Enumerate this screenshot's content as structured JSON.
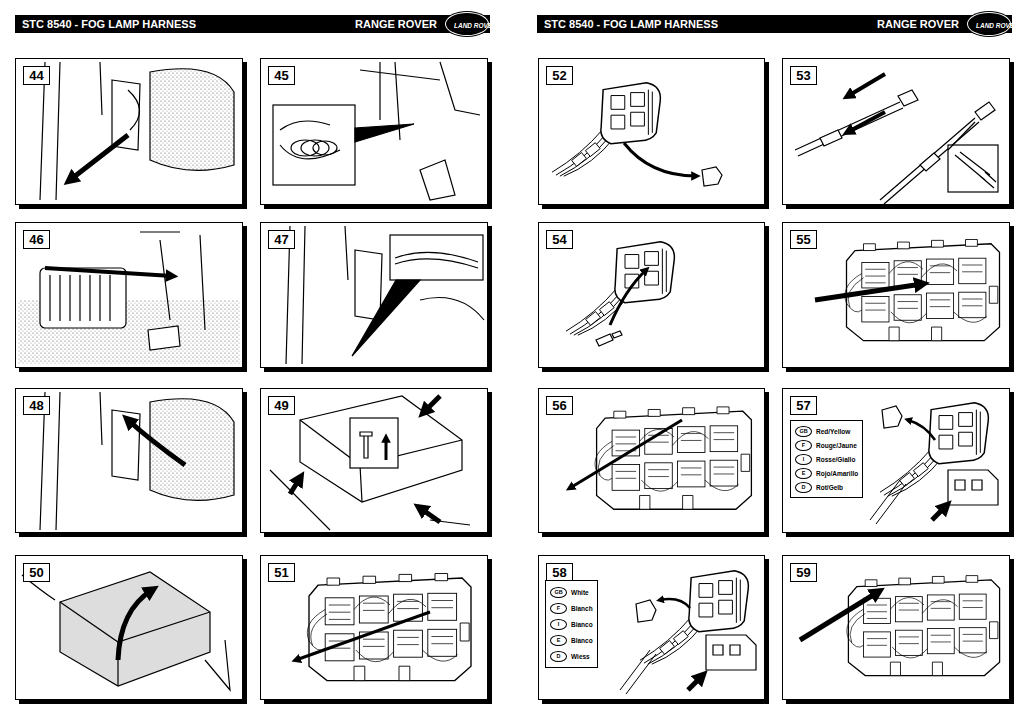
{
  "diagram": {
    "nodes": [
      {
        "text": [
          "STC 8540 - FOG LAMP HARNESS",
          "RANGE ROVER"
        ]
      },
      {
        "text": [
          "LAND ROVER"
        ],
        "in": 0
      },
      {
        "text": [
          "STC 8540 - FOG LAMP HARNESS",
          "RANGE ROVER"
        ]
      },
      {
        "text": [
          "LAND ROVER"
        ],
        "in": 2
      },
      {
        "text": [
          "44"
        ]
      },
      {
        "text": [
          "45"
        ]
      },
      {
        "text": [
          "46"
        ]
      },
      {
        "text": [
          "47"
        ]
      },
      {
        "text": [
          "48"
        ]
      },
      {
        "text": [
          "49"
        ]
      },
      {
        "text": [
          "50"
        ]
      },
      {
        "text": [
          "51"
        ]
      },
      {
        "text": [
          "52"
        ]
      },
      {
        "text": [
          "53"
        ]
      },
      {
        "text": [
          "54"
        ]
      },
      {
        "text": [
          "55"
        ]
      },
      {
        "text": [
          "56"
        ]
      },
      {
        "text": [
          "57"
        ]
      },
      {
        "text": [
          "58"
        ]
      },
      {
        "text": [
          "59"
        ]
      },
      {
        "text": [
          "GB",
          "Red/Yellow",
          "F",
          "Rouge/Jaune",
          "I",
          "Rosse/Giallo",
          "E",
          "Rojo/Amarillo",
          "D",
          "Rot/Gelb"
        ],
        "in": 17
      },
      {
        "text": [
          "GB",
          "White",
          "F",
          "Blanch",
          "I",
          "Bianco",
          "E",
          "Blanco",
          "D",
          "Wiess"
        ],
        "in": 18
      }
    ]
  }
}
